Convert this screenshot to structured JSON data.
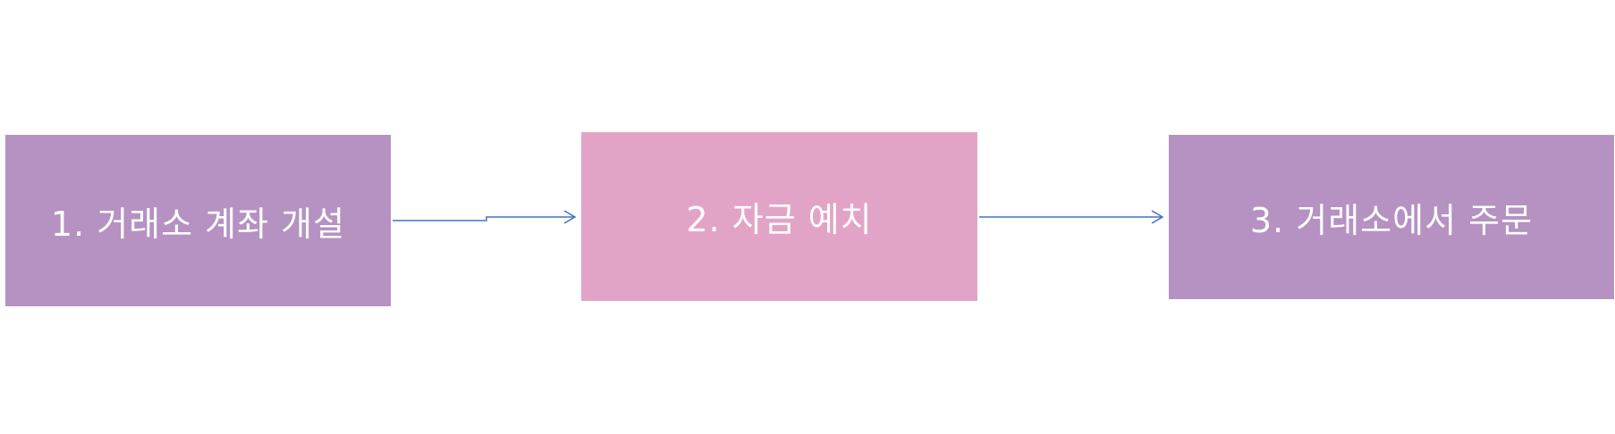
{
  "diagram": {
    "steps": [
      {
        "label": "1. 거래소 계좌 개설",
        "color": "#b592c2"
      },
      {
        "label": "2. 자금 예치",
        "color": "#e2a4c6"
      },
      {
        "label": "3. 거래소에서 주문",
        "color": "#b592c2"
      }
    ],
    "connector_color": "#4472c4"
  }
}
